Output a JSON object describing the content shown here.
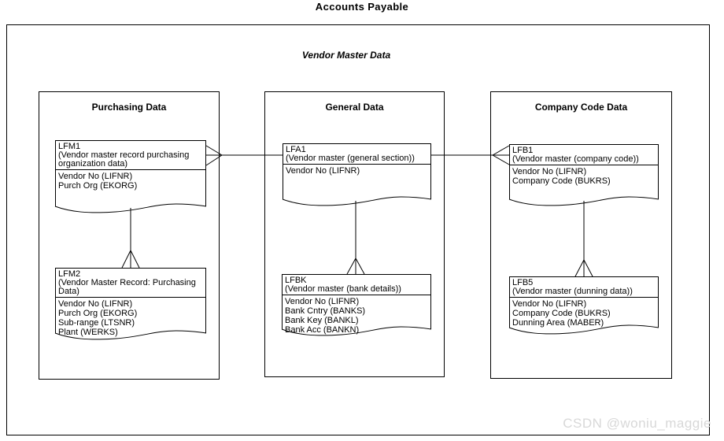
{
  "title": "Accounts Payable",
  "subtitle": "Vendor Master Data",
  "watermark": "CSDN @woniu_maggie",
  "colors": {
    "line": "#000000",
    "background": "#ffffff",
    "text": "#000000",
    "watermark": "#d8d8d8"
  },
  "sections": [
    {
      "title": "Purchasing Data",
      "entities": [
        {
          "name": "LFM1",
          "description": "(Vendor master record purchasing organization data)",
          "fields": [
            "Vendor No (LIFNR)",
            "Purch Org (EKORG)"
          ]
        },
        {
          "name": "LFM2",
          "description": "(Vendor Master Record: Purchasing Data)",
          "fields": [
            "Vendor No (LIFNR)",
            "Purch Org (EKORG)",
            "Sub-range (LTSNR)",
            "Plant (WERKS)"
          ]
        }
      ]
    },
    {
      "title": "General Data",
      "entities": [
        {
          "name": "LFA1",
          "description": "(Vendor master (general section))",
          "fields": [
            "Vendor No (LIFNR)"
          ]
        },
        {
          "name": "LFBK",
          "description": "(Vendor master (bank details))",
          "fields": [
            "Vendor No (LIFNR)",
            "Bank Cntry (BANKS)",
            "Bank Key (BANKL)",
            "Bank Acc (BANKN)"
          ]
        }
      ]
    },
    {
      "title": "Company Code Data",
      "entities": [
        {
          "name": "LFB1",
          "description": "(Vendor master (company code))",
          "fields": [
            "Vendor No (LIFNR)",
            "Company Code (BUKRS)"
          ]
        },
        {
          "name": "LFB5",
          "description": "(Vendor master (dunning data))",
          "fields": [
            "Vendor No (LIFNR)",
            "Company Code (BUKRS)",
            "Dunning Area (MABER)"
          ]
        }
      ]
    }
  ],
  "relationships": [
    {
      "from": "LFA1",
      "to": "LFM1",
      "type": "one-to-many",
      "notation": "crow-foot at LFM1"
    },
    {
      "from": "LFA1",
      "to": "LFB1",
      "type": "one-to-many",
      "notation": "crow-foot at LFB1"
    },
    {
      "from": "LFM1",
      "to": "LFM2",
      "type": "one-to-many",
      "notation": "crow-foot at LFM2"
    },
    {
      "from": "LFA1",
      "to": "LFBK",
      "type": "one-to-many",
      "notation": "crow-foot at LFBK"
    },
    {
      "from": "LFB1",
      "to": "LFB5",
      "type": "one-to-many",
      "notation": "crow-foot at LFB5"
    }
  ]
}
